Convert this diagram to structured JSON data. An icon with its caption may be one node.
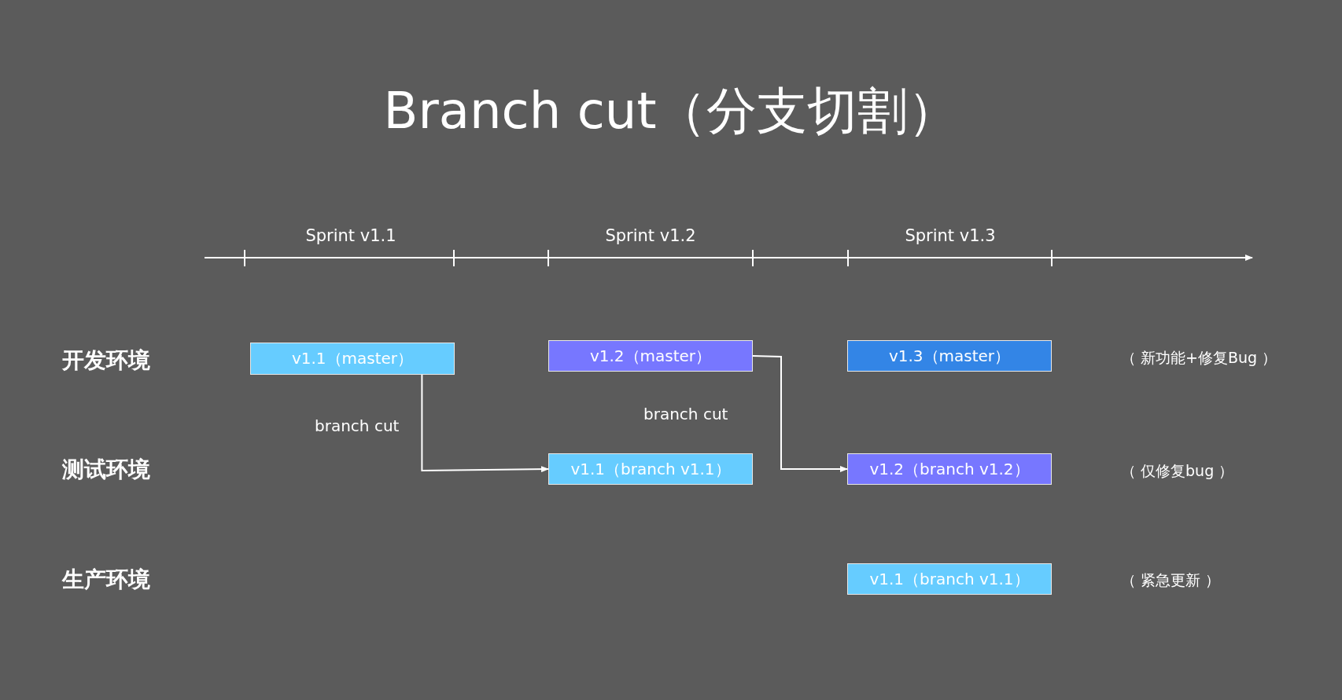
{
  "diagram": {
    "title": "Branch cut（分支切割）",
    "nodes": [
      {
        "text": [
          "v1.1（master）"
        ]
      },
      {
        "text": [
          "v1.2（master）"
        ]
      },
      {
        "text": [
          "v1.3（master）"
        ]
      },
      {
        "text": [
          "v1.1（branch v1.1）"
        ]
      },
      {
        "text": [
          "v1.2（branch v1.2）"
        ]
      },
      {
        "text": [
          "v1.1（branch v1.1）"
        ]
      }
    ],
    "edges": [
      {
        "from": 0,
        "to": 3,
        "arrow": "to",
        "label": "branch cut"
      },
      {
        "from": 1,
        "to": 4,
        "arrow": "to",
        "label": "branch cut"
      }
    ],
    "labels": [
      "Sprint v1.1",
      "Sprint v1.2",
      "Sprint v1.3",
      "开发环境",
      "（ 新功能+修复Bug ）",
      "测试环境",
      "（ 仅修复bug ）",
      "生产环境",
      "（ 紧急更新 ）"
    ]
  }
}
